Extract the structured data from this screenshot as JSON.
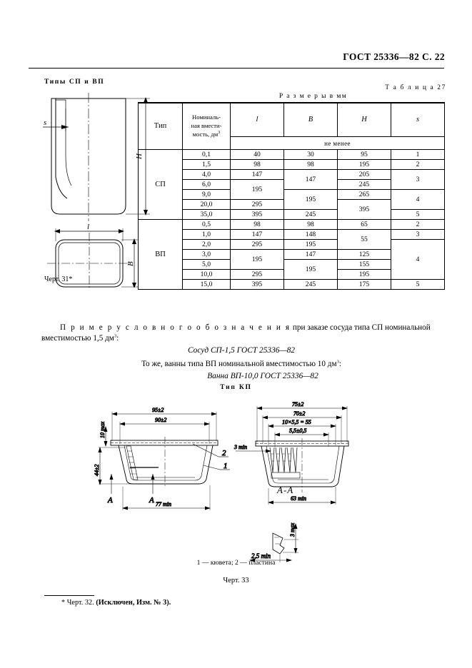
{
  "header": {
    "gost_line": "ГОСТ 25336—82 С. 22"
  },
  "figure31": {
    "title": "Типы СП и ВП",
    "caption": "Черт. 31*",
    "dimension_labels": [
      "s",
      "H",
      "l",
      "B"
    ]
  },
  "table27": {
    "label": "Т а б л и ц а  27",
    "units_note": "Р а з м е р ы  в  мм",
    "columns": {
      "type": "Тип",
      "capacity_line1": "Номиналь-",
      "capacity_line2": "ная вмести-",
      "capacity_line3": "мость, дм",
      "capacity_sup": "3",
      "l": "l",
      "B": "B",
      "H": "H",
      "s": "s",
      "not_less": "не менее"
    },
    "groups": [
      {
        "type": "СП",
        "rows": [
          {
            "capacity": "0,1",
            "l": "40",
            "B": "30",
            "H": "95",
            "s": "1"
          },
          {
            "capacity": "1,5",
            "l": "98",
            "B": "98",
            "H": "195",
            "s": "2"
          },
          {
            "capacity": "4,0",
            "l": "147",
            "B": "147",
            "H": "205",
            "s": "3"
          },
          {
            "capacity": "6,0",
            "l": "195",
            "B": "147",
            "H": "245",
            "s": "3"
          },
          {
            "capacity": "9,0",
            "l": "195",
            "B": "195",
            "H": "265",
            "s": "4"
          },
          {
            "capacity": "20,0",
            "l": "295",
            "B": "195",
            "H": "395",
            "s": "4"
          },
          {
            "capacity": "35,0",
            "l": "395",
            "B": "245",
            "H": "395",
            "s": "5"
          }
        ]
      },
      {
        "type": "ВП",
        "rows": [
          {
            "capacity": "0,5",
            "l": "98",
            "B": "98",
            "H": "65",
            "s": "2"
          },
          {
            "capacity": "1,0",
            "l": "147",
            "B": "148",
            "H": "55",
            "s": "3"
          },
          {
            "capacity": "2,0",
            "l": "295",
            "B": "195",
            "H": "55",
            "s": "4"
          },
          {
            "capacity": "3,0",
            "l": "195",
            "B": "147",
            "H": "125",
            "s": "4"
          },
          {
            "capacity": "5,0",
            "l": "195",
            "B": "195",
            "H": "155",
            "s": "4"
          },
          {
            "capacity": "10,0",
            "l": "295",
            "B": "195",
            "H": "195",
            "s": "4"
          },
          {
            "capacity": "15,0",
            "l": "395",
            "B": "245",
            "H": "175",
            "s": "5"
          }
        ]
      }
    ]
  },
  "example": {
    "spaced_lead": "П р и м е р  у с л о в н о г о  о б о з н а ч е н и я",
    "line1_rest": "при заказе сосуда типа СП номинальной",
    "line2": "вместимостью 1,5 дм",
    "line2_sup": "3",
    "line2_tail": ":",
    "designation1": "Сосуд СП-1,5 ГОСТ 25336—82",
    "line3": "То же, ванны типа ВП номинальной вместимостью 10 дм",
    "line3_sup": "3",
    "line3_tail": ":",
    "designation2": "Ванна ВП-10,0 ГОСТ 25336—82"
  },
  "kp": {
    "title": "Тип КП",
    "view_left_dims": [
      "95±2",
      "90±2",
      "10 max",
      "44±2",
      "77 min",
      "A",
      "A",
      "1",
      "2"
    ],
    "view_right_dims": [
      "75±2",
      "70±2",
      "10×5,5 = 55",
      "5,5±0,5",
      "3 min",
      "63 min"
    ],
    "section_label": "A-A",
    "detail_dims": [
      "3 max",
      "2,5 min"
    ],
    "legend": "1 — кювета; 2 — пластина",
    "caption": "Черт. 33"
  },
  "footnote": {
    "text_plain": "* Черт. 32. ",
    "text_bold": "(Исключен, Изм. № 3)."
  }
}
